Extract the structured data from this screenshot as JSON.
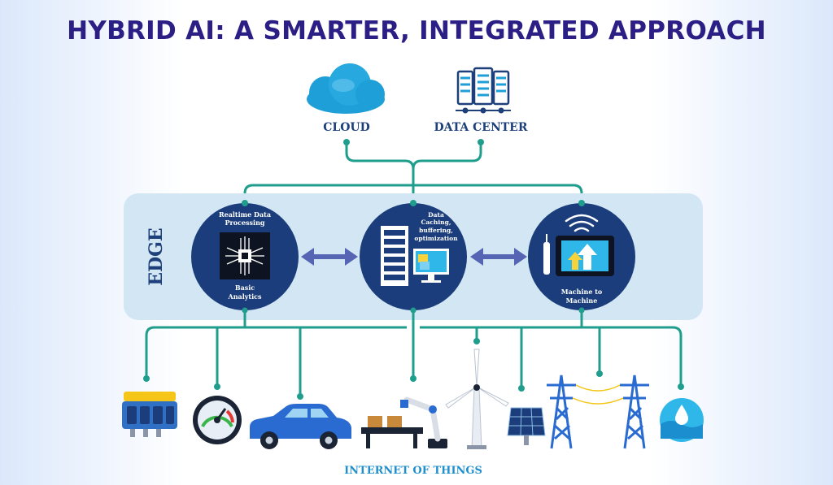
{
  "title": "HYBRID AI: A SMARTER, INTEGRATED APPROACH",
  "top": {
    "cloud": "CLOUD",
    "data_center": "DATA CENTER"
  },
  "edge": {
    "label": "EDGE",
    "nodes": [
      {
        "top_label": [
          "Realtime Data",
          "Processing"
        ],
        "bottom_label": [
          "Basic",
          "Analytics"
        ],
        "icon": "chip-icon"
      },
      {
        "top_label": [
          "Data",
          "Caching,",
          "buffering,",
          "optimization"
        ],
        "bottom_label": [],
        "icon": "server-monitor-icon"
      },
      {
        "top_label": [],
        "bottom_label": [
          "Machine to",
          "Machine"
        ],
        "icon": "tablet-wifi-icon"
      }
    ]
  },
  "bottom_label": "INTERNET OF THINGS",
  "devices": [
    "engine-icon",
    "gauge-icon",
    "car-icon",
    "robot-arm-conveyor-icon",
    "wind-turbine-icon",
    "solar-panel-icon",
    "power-tower-icon",
    "water-drop-icon"
  ],
  "colors": {
    "title": "#2b1f86",
    "connector": "#1f9e8e",
    "edge_band": "#d2e6f3",
    "node": "#1b3d7b",
    "arrow": "#5664b4"
  }
}
